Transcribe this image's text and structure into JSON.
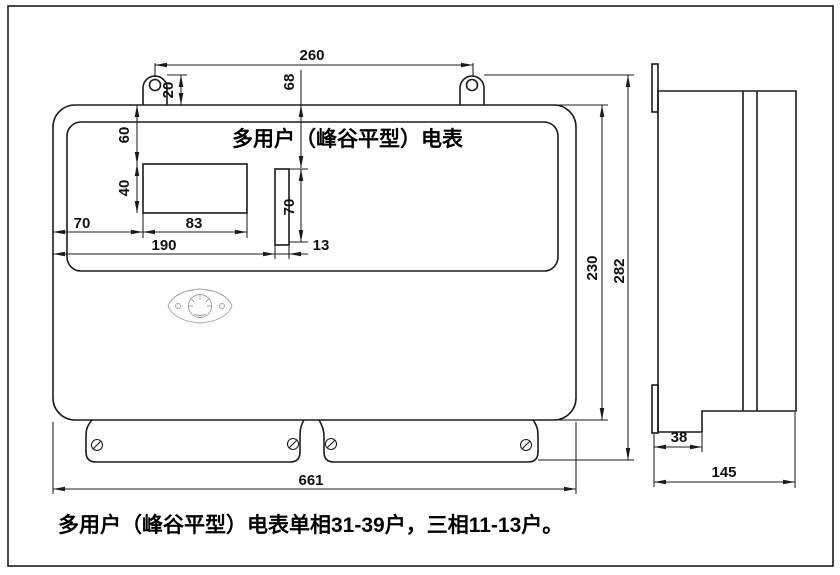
{
  "drawing": {
    "title": "多用户（峰谷平型）电表",
    "caption": "多用户（峰谷平型）电表单相31-39户，三相11-13户。",
    "ink_color": "#1b1b1b",
    "seal_color": "#9b9b9b",
    "front_view": {
      "dims": {
        "mount_hole_spacing": "260",
        "ear_height": "20",
        "panel_offset_top": "68",
        "window_offset_top": "60",
        "window_height": "40",
        "window_offset_left": "70",
        "window_width": "83",
        "strip_offset_left": "190",
        "strip_width": "13",
        "strip_height": "70",
        "body_height": "230",
        "overall_height": "282",
        "overall_width": "661"
      }
    },
    "side_view": {
      "dims": {
        "terminal_step_depth": "38",
        "overall_depth": "145"
      }
    }
  }
}
